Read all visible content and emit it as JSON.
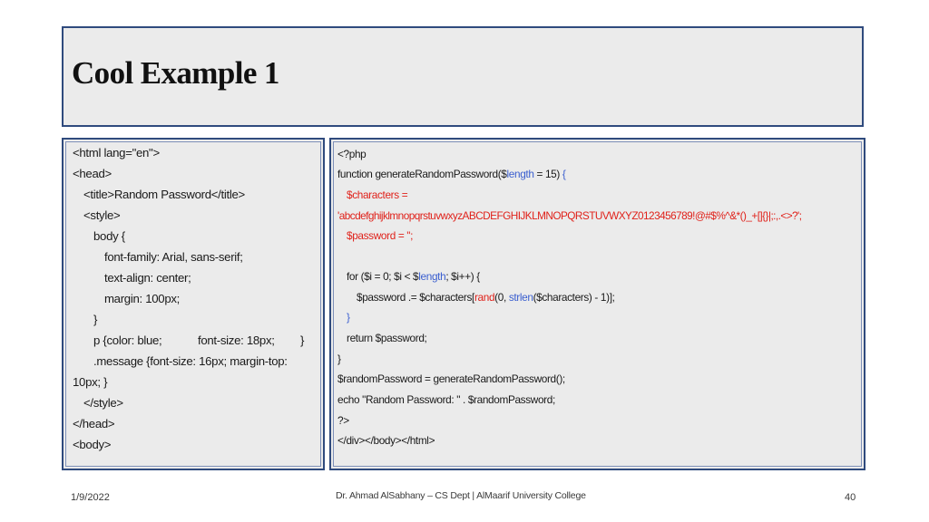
{
  "slide": {
    "title": "Cool Example 1",
    "left_code": [
      "<html lang=\"en\">",
      "<head>",
      "<title>Random Password</title>",
      "<style>",
      "body {",
      "font-family: Arial, sans-serif;",
      "text-align: center;",
      "margin: 100px;",
      "}",
      "p {color: blue;",
      "font-size: 18px;",
      "}",
      ".message {font-size: 16px; margin-top:",
      "10px; }",
      "</style>",
      "</head>",
      "<body>"
    ],
    "right_code": {
      "php_open": "<?php",
      "fn_a": "function generateRandomPassword($",
      "fn_b": "length",
      "fn_c": " = 15) ",
      "fn_d": "{",
      "chars_decl": "$characters =",
      "chars_value": "'abcdefghijklmnopqrstuvwxyzABCDEFGHIJKLMNOPQRSTUVWXYZ0123456789!@#$%^&*()_+[]{}|;:,.<>?';",
      "pwd_decl": "$password = '';",
      "for_a": "for ($i = 0; $i < $",
      "for_b": "length",
      "for_c": "; $i++) {",
      "append_a": "$password .= $characters[",
      "append_b": "rand",
      "append_c": "(0, ",
      "append_d": "strlen",
      "append_e": "($characters) - 1)];",
      "close_brace_blue": "}",
      "return_line": "return $password;",
      "close_brace": "}",
      "assign_line": "$randomPassword = generateRandomPassword();",
      "echo_line": "echo \"Random Password: \" . $randomPassword;",
      "php_close": "?>",
      "html_close": "</div></body></html>"
    },
    "footer": {
      "date": "1/9/2022",
      "credit": "Dr. Ahmad AlSabhany – CS Dept | AlMaarif University College",
      "page": "40"
    },
    "colors": {
      "panel_border": "#2f4a7d",
      "panel_bg": "#ebebeb",
      "code_red": "#e0221b",
      "code_blue": "#3b5fcf"
    }
  }
}
